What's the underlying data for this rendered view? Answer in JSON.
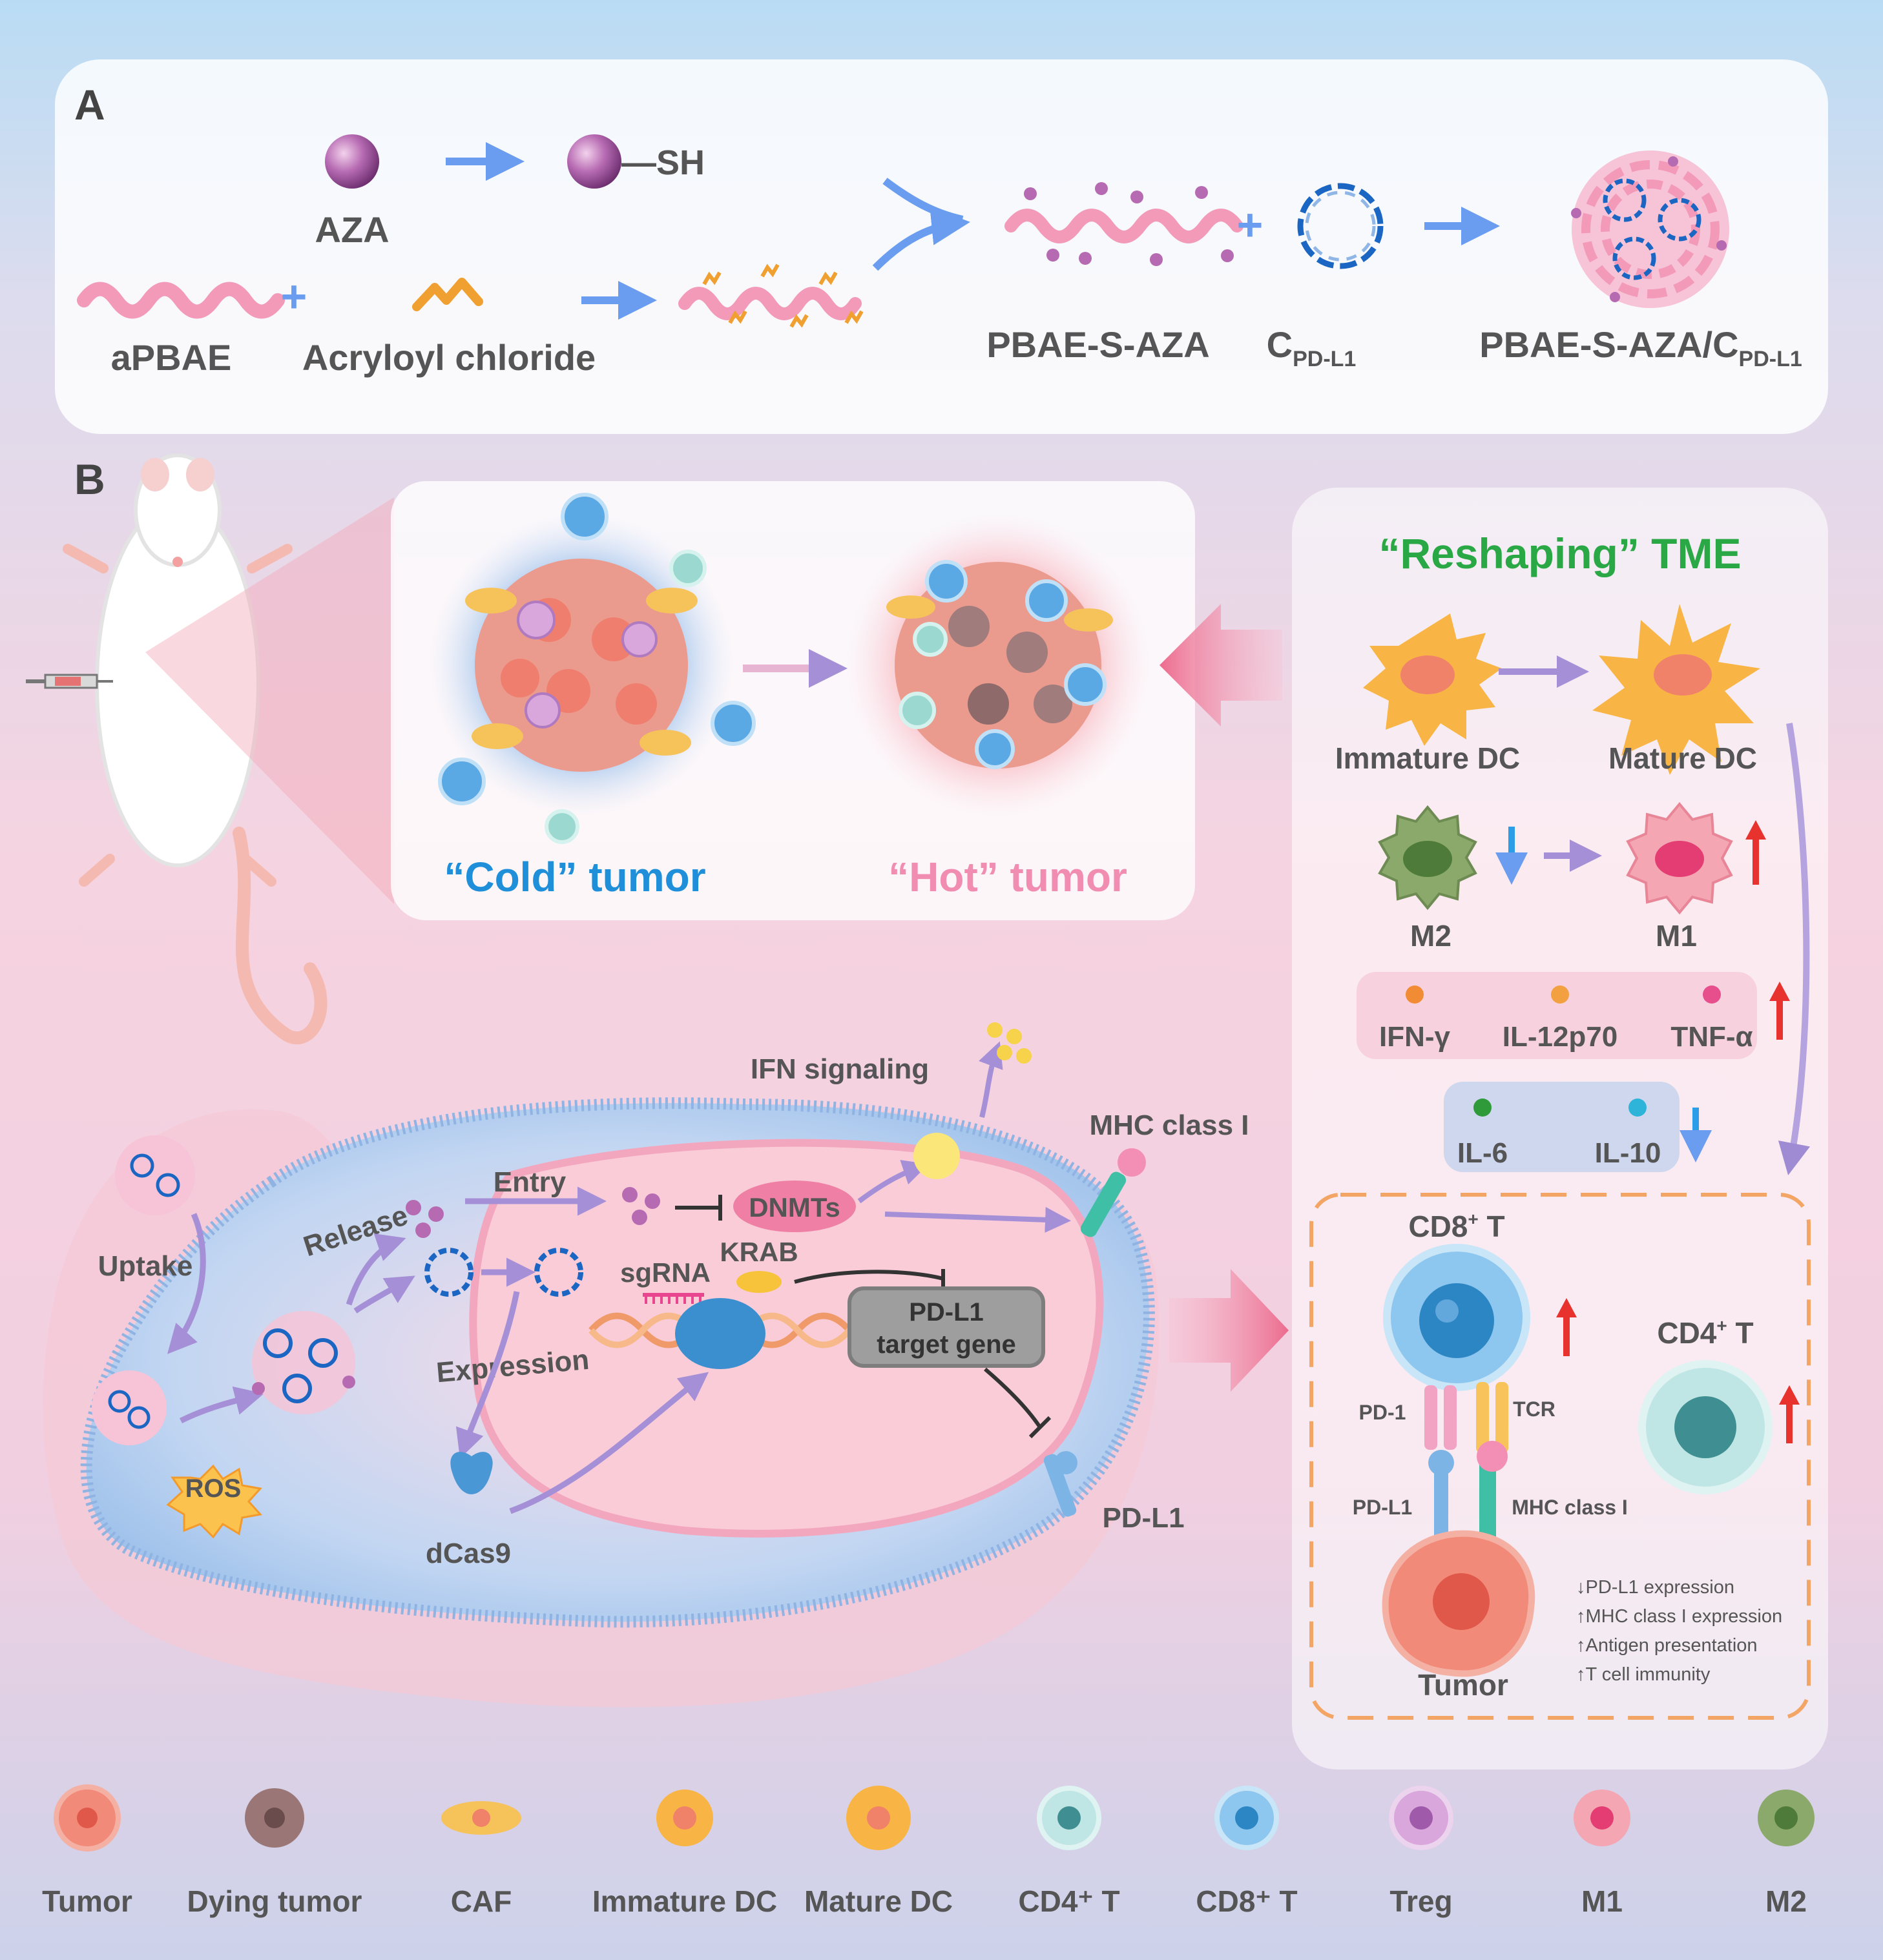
{
  "panelA": {
    "letter": "A",
    "aza": "AZA",
    "sh": "—SH",
    "apbae": "aPBAE",
    "acryloyl": "Acryloyl chloride",
    "pbae_s_aza": "PBAE-S-AZA",
    "c_main": "C",
    "c_sub": "PD-L1",
    "np_main": "PBAE-S-AZA/C",
    "np_sub": "PD-L1"
  },
  "panelB": {
    "letter": "B",
    "cold_tumor": "“Cold” tumor",
    "hot_tumor": "“Hot” tumor",
    "tme": {
      "title": "“Reshaping” TME",
      "immature_dc": "Immature DC",
      "mature_dc": "Mature DC",
      "m2": "M2",
      "m1": "M1",
      "cytokines_up": [
        "IFN-γ",
        "IL-12p70",
        "TNF-α"
      ],
      "cytokines_down": [
        "IL-6",
        "IL-10"
      ],
      "cd8_main": "CD8",
      "cd8_sup": "+",
      "cd8_tail": " T",
      "cd4_main": "CD4",
      "cd4_sup": "+",
      "cd4_tail": " T",
      "pd1": "PD-1",
      "tcr": "TCR",
      "pdl1": "PD-L1",
      "mhc": "MHC class I",
      "tumor": "Tumor",
      "effects": [
        "↓PD-L1 expression",
        "↑MHC class I expression",
        "↑Antigen presentation",
        "↑T cell immunity"
      ]
    },
    "cell": {
      "uptake": "Uptake",
      "release": "Release",
      "entry": "Entry",
      "dnmts": "DNMTs",
      "ifn_signaling": "IFN signaling",
      "mhc_class": "MHC class I",
      "krab": "KRAB",
      "sgrna": "sgRNA",
      "target_line1": "PD-L1",
      "target_line2": "target gene",
      "expression": "Expression",
      "ros": "ROS",
      "dcas9": "dCas9",
      "pdl1": "PD-L1"
    }
  },
  "legend": [
    "Tumor",
    "Dying tumor",
    "CAF",
    "Immature DC",
    "Mature DC",
    "CD4⁺ T",
    "CD8⁺ T",
    "Treg",
    "M1",
    "M2"
  ],
  "colors": {
    "blue_text": "#1e8fd8",
    "pink_text": "#f08db0",
    "green_text": "#2aa845",
    "label": "#555555",
    "arrow": "#6a9cf0",
    "up_arrow": "#e8322e",
    "down_arrow": "#2c9ee8"
  }
}
